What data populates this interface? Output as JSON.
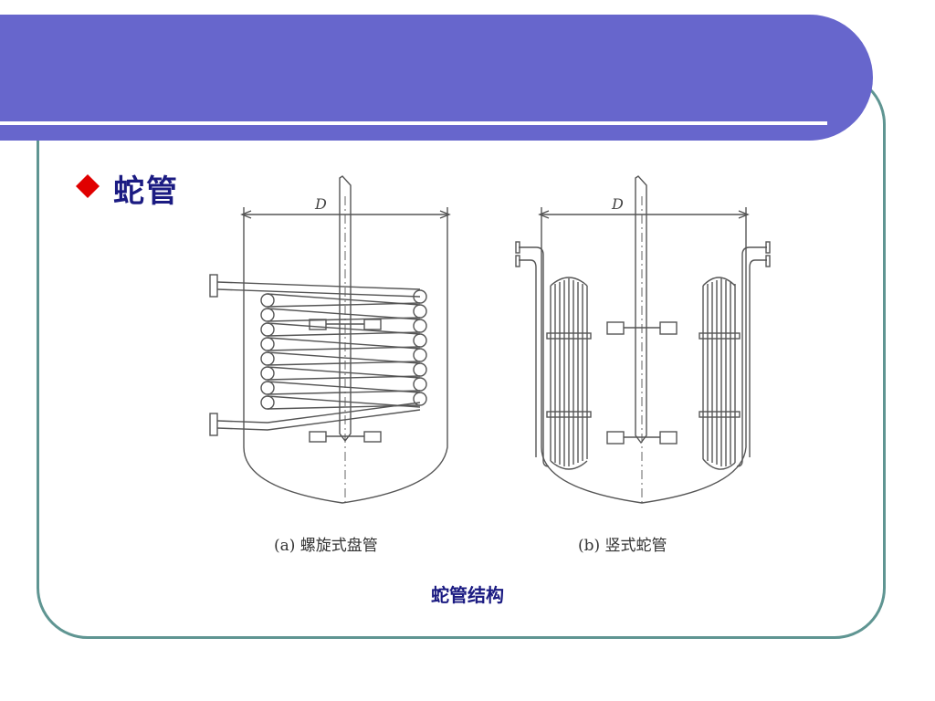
{
  "slide": {
    "heading": "蛇管",
    "bullet_icon": "diamond-bullet-icon",
    "bullet_color": "#e00000",
    "caption": "蛇管结构",
    "banner_color": "#6766cc",
    "frame_color": "#5f9592"
  },
  "figure": {
    "label_a": "(a) 螺旋式盘管",
    "label_b": "(b) 竖式蛇管",
    "dimension_label": "D"
  }
}
